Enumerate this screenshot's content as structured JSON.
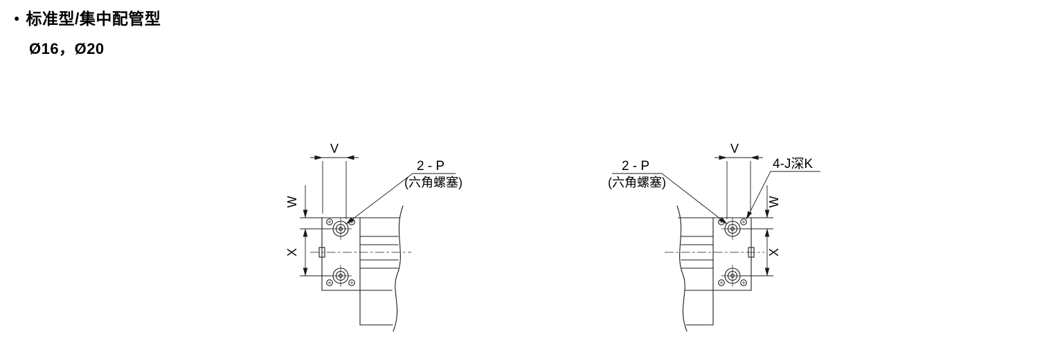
{
  "header": {
    "bullet": "●",
    "title": "标准型/集中配管型",
    "subtitle": "Ø16，Ø20"
  },
  "labels": {
    "dim_v": "V",
    "dim_w": "W",
    "dim_x": "X",
    "port": "2 - P",
    "port_note": "(六角螺塞)",
    "thread": "4-J深K"
  },
  "colors": {
    "line": "#1a1a1a",
    "text": "#000000",
    "background": "#ffffff"
  }
}
